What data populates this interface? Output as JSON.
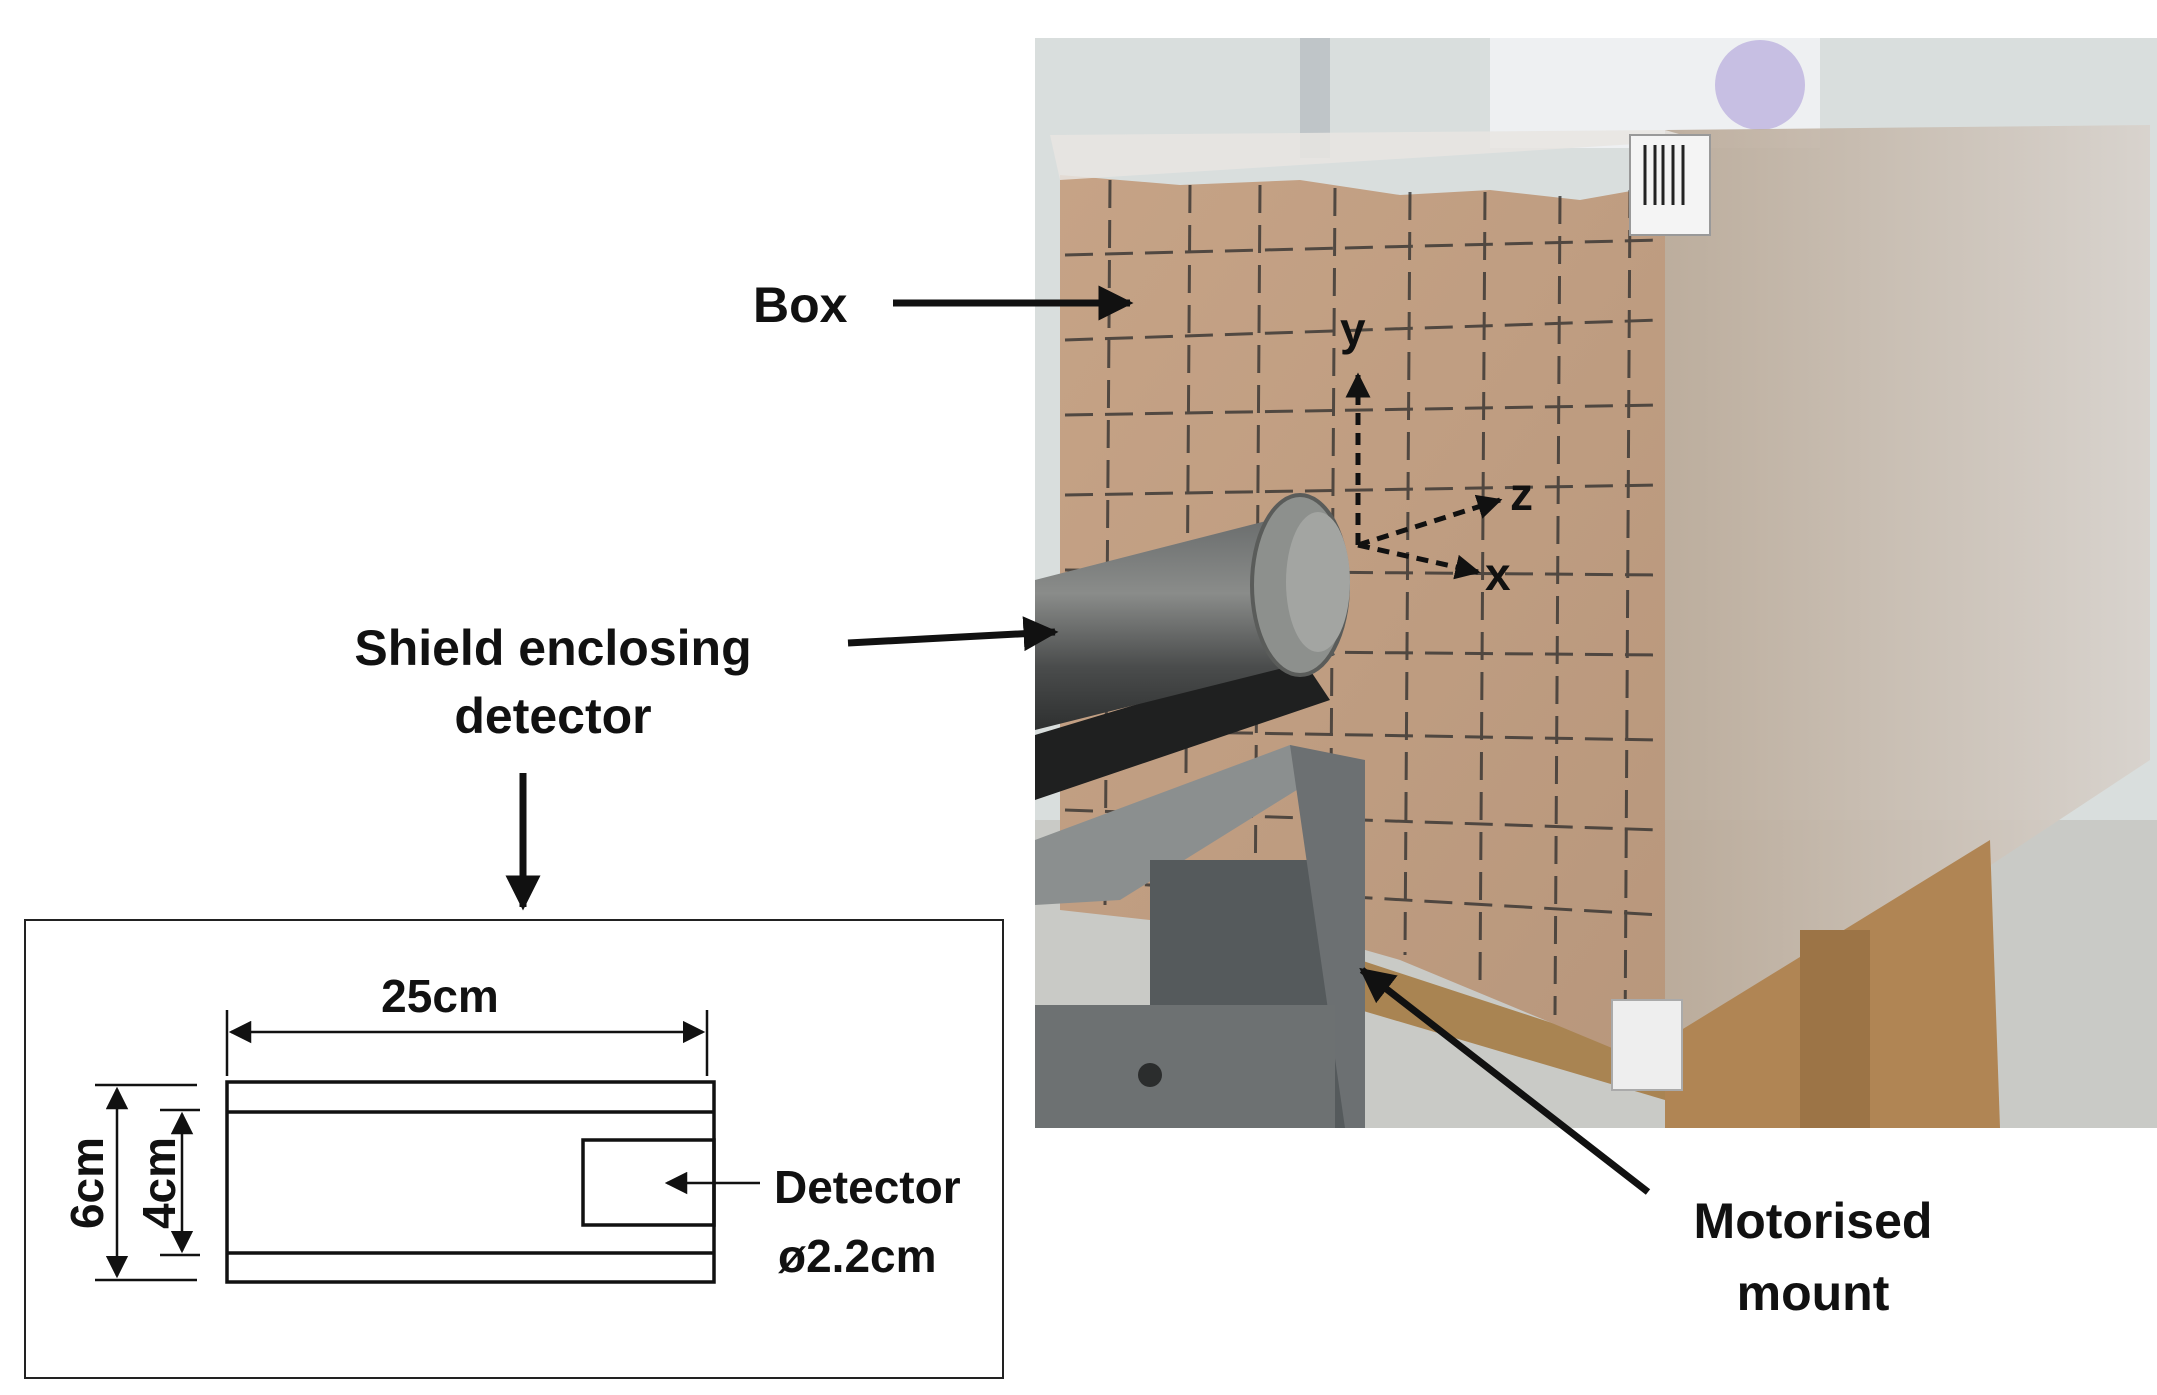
{
  "labels": {
    "box": "Box",
    "shield_line1": "Shield enclosing",
    "shield_line2": "detector",
    "motor_line1": "Motorised",
    "motor_line2": "mount"
  },
  "axes": {
    "y": "y",
    "z": "z",
    "x": "x"
  },
  "schematic": {
    "length": "25cm",
    "outer_height": "6cm",
    "inner_height": "4cm",
    "detector_label": "Detector",
    "detector_diameter": "ø2.2cm"
  },
  "colors": {
    "text": "#111111",
    "box_face": "#c9a78a",
    "shield": "#4f5252",
    "mount": "#555a5c",
    "wood": "#b08554"
  }
}
